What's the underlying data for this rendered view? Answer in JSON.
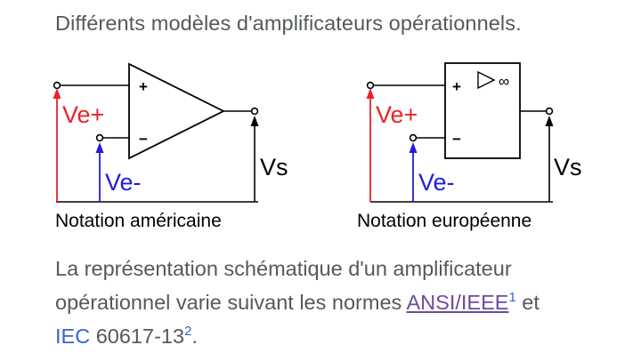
{
  "figure": {
    "title": "Différents modèles d'amplificateurs opérationnels.",
    "american": {
      "label": "Notation américaine",
      "plus": "+",
      "minus": "−",
      "ve_plus": "Ve+",
      "ve_minus": "Ve-",
      "vs": "Vs"
    },
    "european": {
      "label": "Notation européenne",
      "plus": "+",
      "minus": "−",
      "infinity": "∞",
      "ve_plus": "Ve+",
      "ve_minus": "Ve-",
      "vs": "Vs"
    }
  },
  "caption": {
    "text_1": "La représentation schématique d'un amplificateur opérationnel varie suivant les normes ",
    "link_1": "ANSI/IEEE",
    "ref_1": "1",
    "text_2": " et ",
    "link_2": "IEC",
    "text_3": " 60617-13",
    "ref_2": "2",
    "text_4": "."
  },
  "colors": {
    "ve_plus": "#e8232a",
    "ve_minus": "#1f1fd6",
    "wire": "#000000",
    "caption_text": "#54595d",
    "visited_link": "#6b4ba1",
    "link": "#3366cc"
  }
}
